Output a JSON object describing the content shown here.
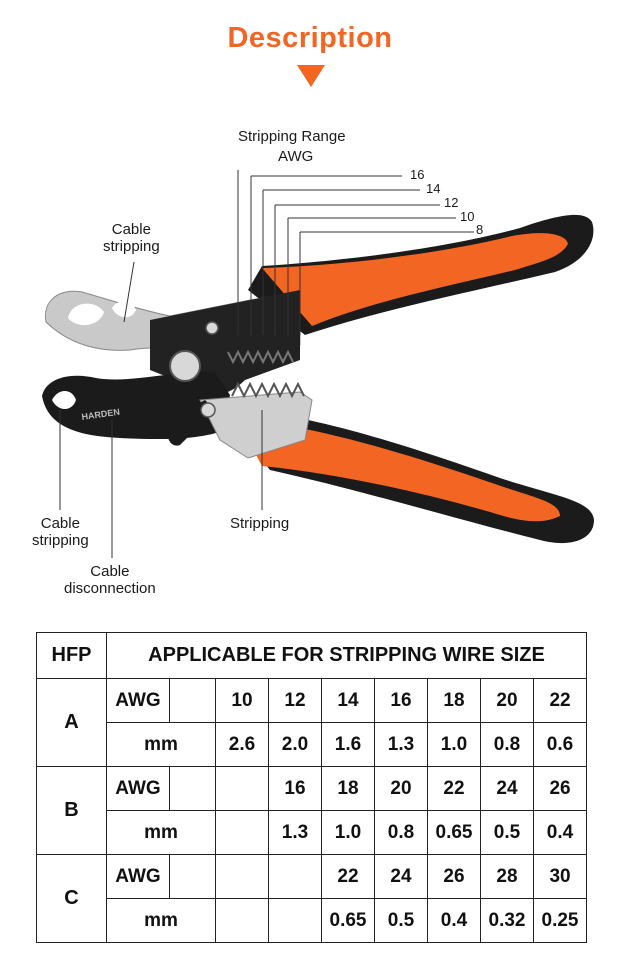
{
  "heading": "Description",
  "colors": {
    "accent": "#f26522",
    "handle_orange": "#f26522",
    "handle_black": "#1b1b1b",
    "steel": "#c9c9c9"
  },
  "diagram": {
    "stripping_range": "Stripping Range",
    "awg": "AWG",
    "gauges": [
      "16",
      "14",
      "12",
      "10",
      "8"
    ],
    "cable_stripping_top": [
      "Cable",
      "stripping"
    ],
    "cable_stripping_left": [
      "Cable",
      "stripping"
    ],
    "cable_disconnection": [
      "Cable",
      "disconnection"
    ],
    "stripping": "Stripping",
    "brand": "HARDEN"
  },
  "table": {
    "hfp": "HFP",
    "header": "APPLICABLE FOR STRIPPING WIRE SIZE",
    "awg_label": "AWG",
    "mm_label": "mm",
    "groups": [
      {
        "name": "A",
        "awg": [
          "10",
          "12",
          "14",
          "16",
          "18",
          "20",
          "22"
        ],
        "mm": [
          "2.6",
          "2.0",
          "1.6",
          "1.3",
          "1.0",
          "0.8",
          "0.6"
        ]
      },
      {
        "name": "B",
        "awg": [
          "",
          "16",
          "18",
          "20",
          "22",
          "24",
          "26"
        ],
        "mm": [
          "",
          "1.3",
          "1.0",
          "0.8",
          "0.65",
          "0.5",
          "0.4"
        ]
      },
      {
        "name": "C",
        "awg": [
          "",
          "",
          "22",
          "24",
          "26",
          "28",
          "30"
        ],
        "mm": [
          "",
          "",
          "0.65",
          "0.5",
          "0.4",
          "0.32",
          "0.25"
        ]
      }
    ]
  }
}
